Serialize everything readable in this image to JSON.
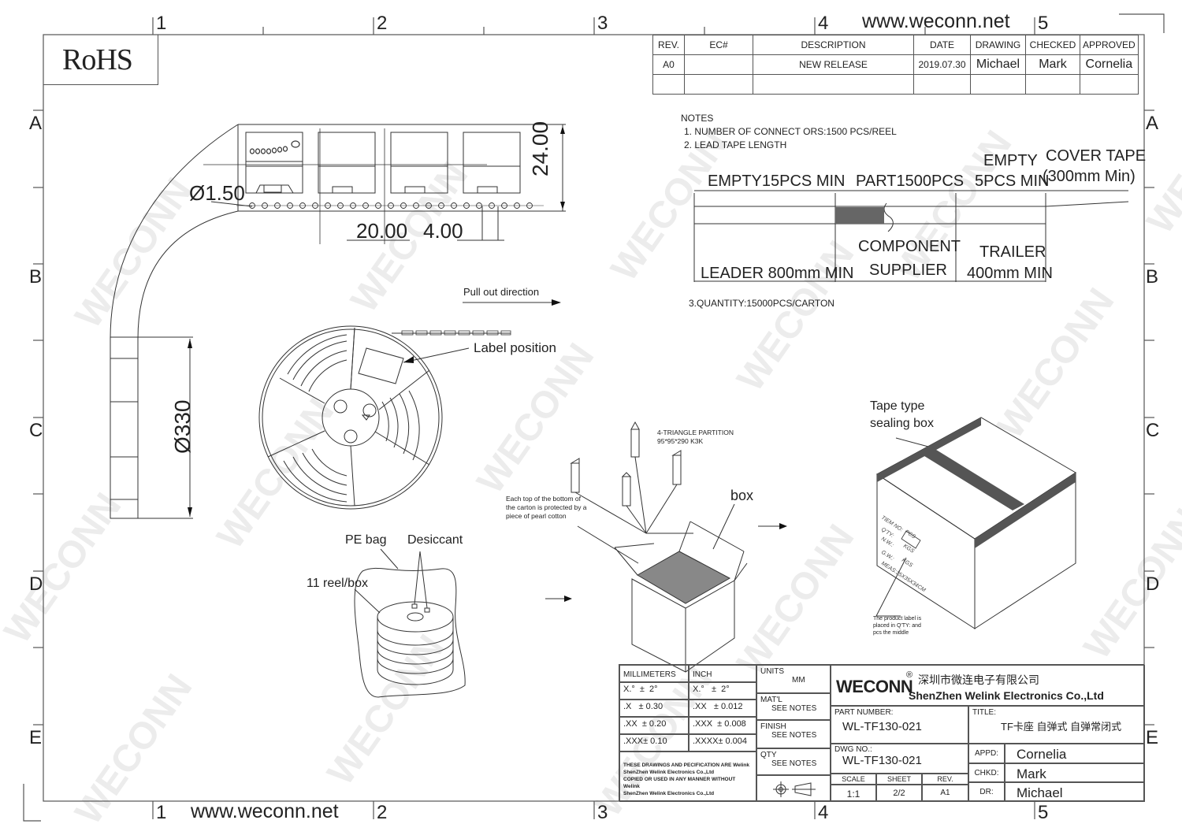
{
  "header": {
    "website_top": "www.weconn.net",
    "website_bottom": "www.weconn.net",
    "rohs": "RoHS",
    "watermark": "WECONN"
  },
  "frame": {
    "columns": [
      "1",
      "2",
      "3",
      "4",
      "5"
    ],
    "rows": [
      "A",
      "B",
      "C",
      "D",
      "E"
    ]
  },
  "revision_table": {
    "headers": [
      "REV.",
      "EC#",
      "DESCRIPTION",
      "DATE",
      "DRAWING",
      "CHECKED",
      "APPROVED"
    ],
    "rows": [
      [
        "A0",
        "",
        "NEW RELEASE",
        "2019.07.30",
        "Michael",
        "Mark",
        "Cornelia"
      ],
      [
        "",
        "",
        "",
        "",
        "",
        "",
        ""
      ]
    ]
  },
  "notes": {
    "title": "NOTES",
    "items": [
      "1. NUMBER OF CONNECT ORS:1500 PCS/REEL",
      "2. LEAD TAPE LENGTH",
      "3.QUANTITY:15000PCS/CARTON"
    ],
    "tape_diagram": {
      "empty_leader": "EMPTY15PCS MIN",
      "part": "PART1500PCS",
      "empty_trailer_1": "EMPTY",
      "empty_trailer_2": "5PCS MIN",
      "cover_tape_1": "COVER TAPE",
      "cover_tape_2": "(300mm Min)",
      "leader": "LEADER 800mm MIN",
      "component_1": "COMPONENT",
      "component_2": "SUPPLIER",
      "trailer_1": "TRAILER",
      "trailer_2": "400mm MIN"
    }
  },
  "tape_drawing": {
    "hole_diameter": "Ø1.50",
    "pitch": "20.00",
    "hole_pitch": "4.00",
    "tape_width": "24.00",
    "reel_diameter": "Ø330"
  },
  "reel_drawing": {
    "pull_direction": "Pull out direction",
    "label_position": "Label position"
  },
  "bag_drawing": {
    "pe_bag": "PE bag",
    "desiccant": "Desiccant",
    "reels_per_box": "11 reel/box"
  },
  "box_drawing": {
    "partition_1": "4-TRIANGLE PARTITION",
    "partition_2": "95*95*290 K3K",
    "pearl_cotton_1": "Each top of the bottom of",
    "pearl_cotton_2": "the carton is protected by a",
    "pearl_cotton_3": "piece of pearl cotton",
    "box": "box"
  },
  "sealed_box": {
    "title_1": "Tape type",
    "title_2": "sealing box",
    "label_lines": [
      "TIEM NO:",
      "Q'TY:",
      "N.W.:",
      "G.W.:",
      "MEAS:35X35X34CM"
    ],
    "pcs": "PCS",
    "kgs_1": "KGS",
    "kgs_2": "KGS",
    "note_1": "The product label is",
    "note_2": "placed in Q'TY:  and",
    "note_3": "pcs the middle"
  },
  "title_block": {
    "tolerance_headers": [
      "MILLIMETERS",
      "INCH"
    ],
    "tolerances": [
      [
        "X.°  ±  2°",
        "X.°   ±  2°"
      ],
      [
        ".X   ± 0.30",
        ".XX   ± 0.012"
      ],
      [
        ".XX  ± 0.20",
        ".XXX  ± 0.008"
      ],
      [
        ".XXX± 0.10",
        ".XXXX± 0.004"
      ]
    ],
    "disclaimer": [
      "THESE DRAWINGS AND PECIFICATION ARE Welink",
      "ShenZhen Welink Electronics Co.,Ltd",
      " COPIED OR USED IN ANY MANNER WITHOUT Welink",
      "ShenZhen Welink Electronics Co.,Ltd"
    ],
    "units_label": "UNITS",
    "units_value": "MM",
    "matl_label": "MAT'L",
    "matl_value": "SEE NOTES",
    "finish_label": "FINISH",
    "finish_value": "SEE NOTES",
    "qty_label": "QTY",
    "qty_value": "SEE NOTES",
    "company_logo": "WECONN",
    "registered": "®",
    "company_cn": "深圳市微连电子有限公司",
    "company_en": "ShenZhen Welink Electronics Co.,Ltd",
    "part_number_label": "PART NUMBER:",
    "part_number": "WL-TF130-021",
    "title_label": "TITLE:",
    "title": "TF卡座 自弹式 自弹常闭式",
    "dwg_no_label": "DWG NO.:",
    "dwg_no": "WL-TF130-021",
    "scale_label": "SCALE",
    "scale": "1:1",
    "sheet_label": "SHEET",
    "sheet": "2/2",
    "rev_label": "REV.",
    "rev": "A1",
    "appd_label": "APPD:",
    "appd": "Cornelia",
    "chkd_label": "CHKD:",
    "chkd": "Mark",
    "dr_label": "DR:",
    "dr": "Michael"
  }
}
